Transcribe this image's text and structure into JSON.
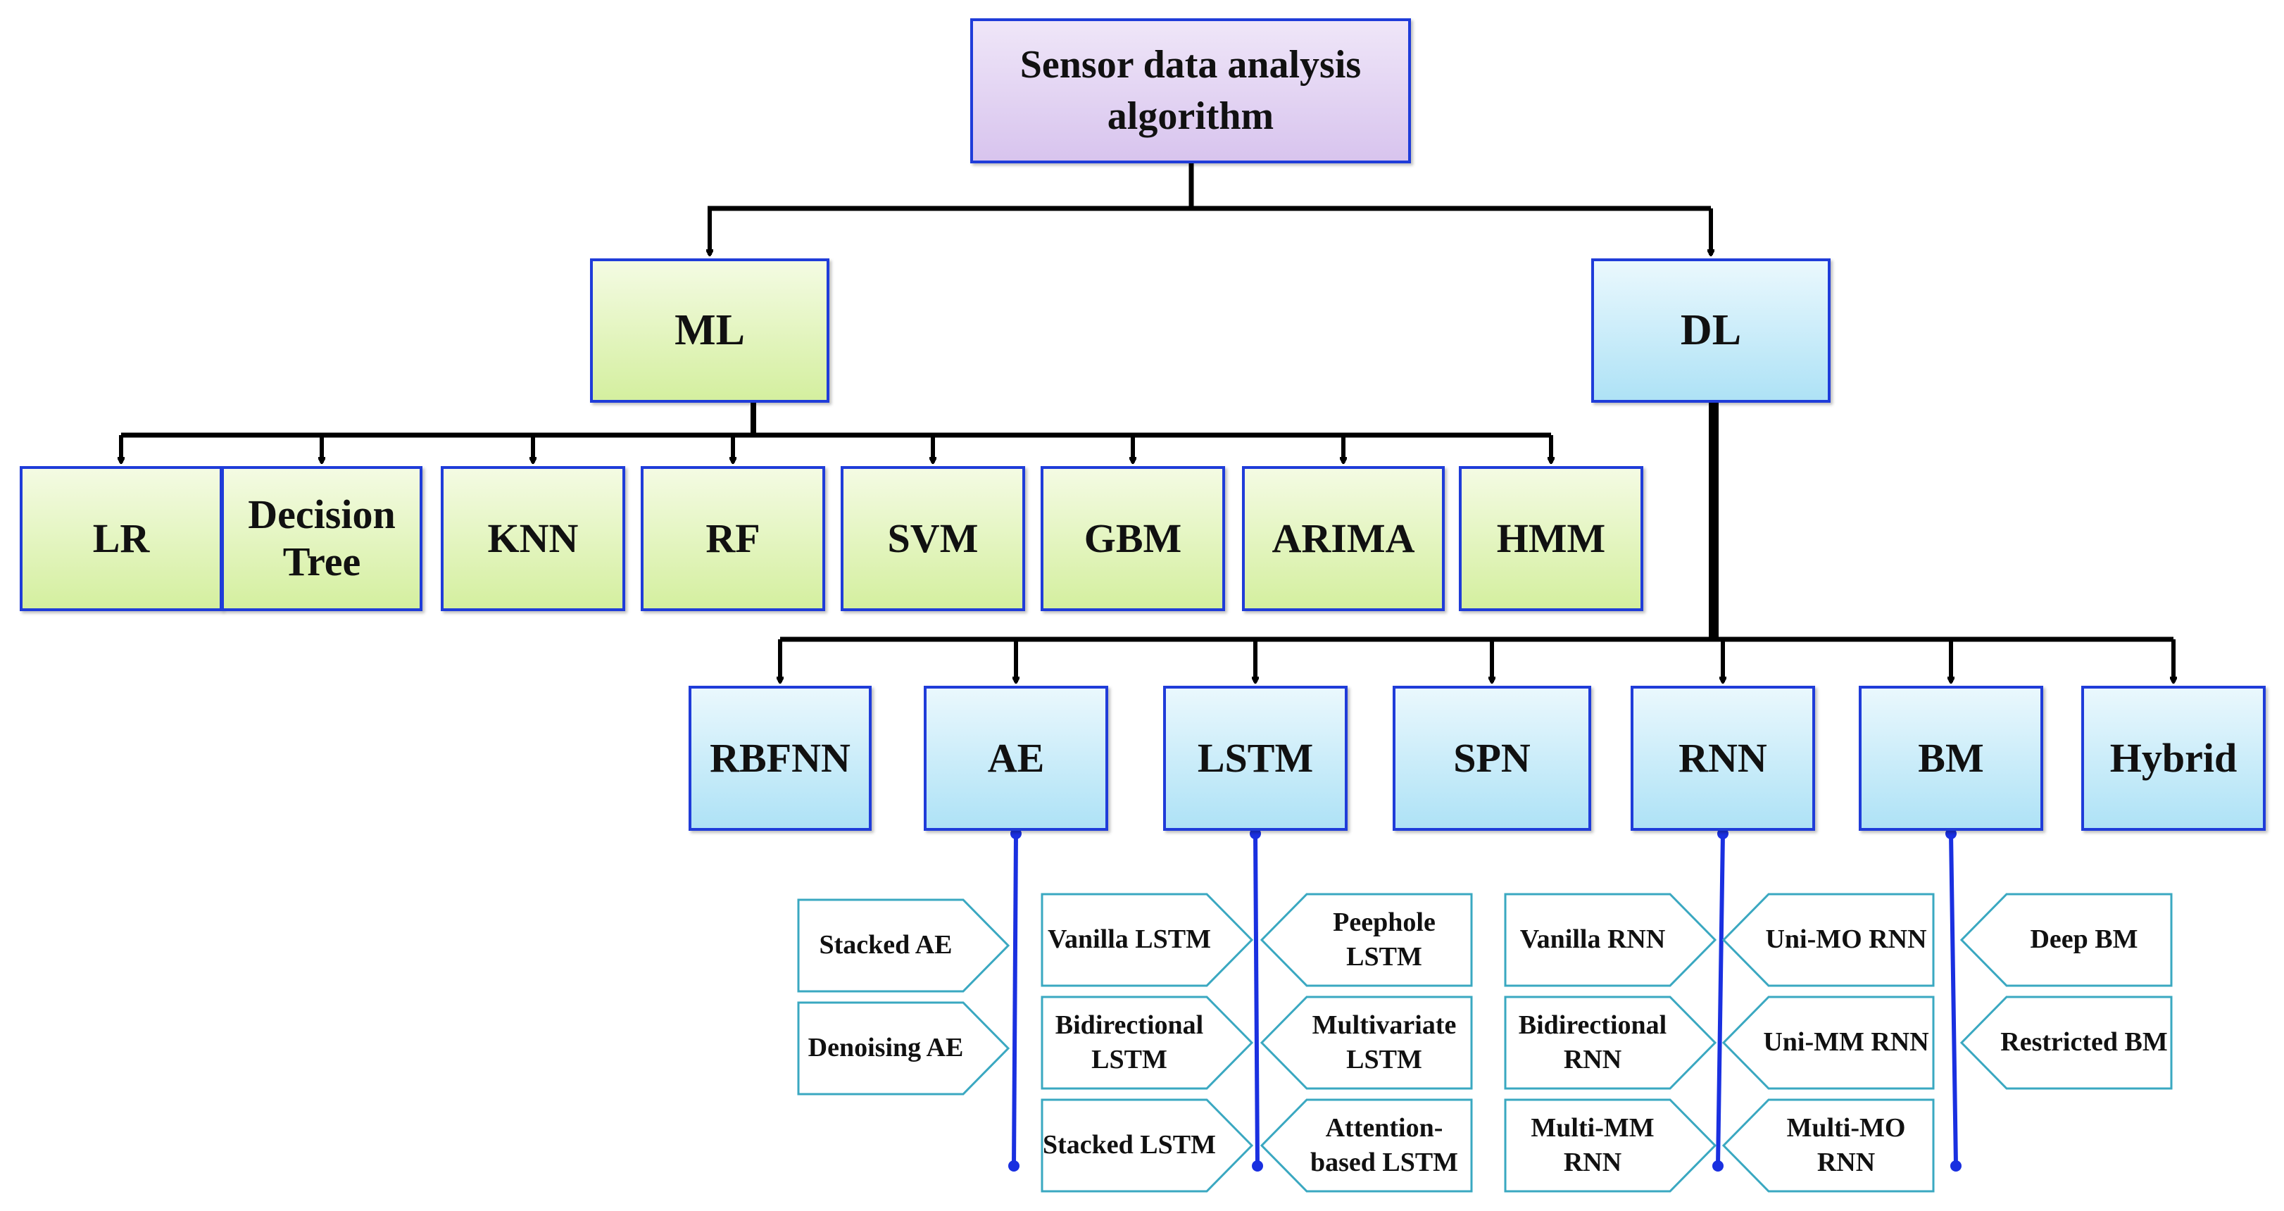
{
  "root": "Sensor data analysis algorithm",
  "ml": {
    "label": "ML",
    "children": [
      "LR",
      "Decision Tree",
      "KNN",
      "RF",
      "SVM",
      "GBM",
      "ARIMA",
      "HMM"
    ]
  },
  "dl": {
    "label": "DL",
    "children": [
      "RBFNN",
      "AE",
      "LSTM",
      "SPN",
      "RNN",
      "BM",
      "Hybrid"
    ]
  },
  "ae_variants": [
    "Stacked AE",
    "Denoising AE"
  ],
  "lstm_variants": {
    "left": [
      "Vanilla LSTM",
      "Bidirectional LSTM",
      "Stacked LSTM"
    ],
    "right": [
      "Peephole LSTM",
      "Multivariate LSTM",
      "Attention-based LSTM"
    ]
  },
  "rnn_variants": {
    "left": [
      "Vanilla RNN",
      "Bidirectional RNN",
      "Multi-MM RNN"
    ],
    "right": [
      "Uni-MO RNN",
      "Uni-MM RNN",
      "Multi-MO RNN"
    ]
  },
  "bm_variants": [
    "Deep BM",
    "Restricted BM"
  ],
  "colors": {
    "border": "#1f3cd9",
    "leaf_border": "#3aa8c1",
    "root_fill": "#d8c4ee",
    "ml_fill": "#d4ef9f",
    "dl_fill": "#aee2f6",
    "branch_line": "#1a30e0"
  }
}
